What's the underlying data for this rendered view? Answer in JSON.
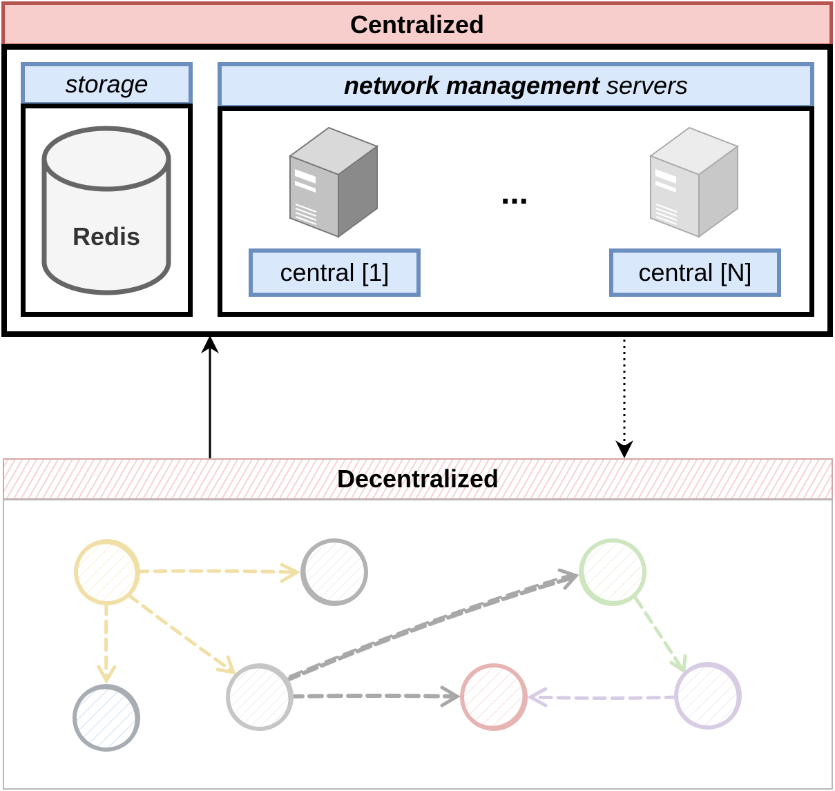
{
  "centralized": {
    "title": "Centralized",
    "storage": {
      "title": "storage",
      "db_label": "Redis"
    },
    "nms": {
      "title_bold": "network management",
      "title_rest": " servers"
    },
    "servers": [
      {
        "label": "central [1]"
      },
      {
        "label": "central [N]"
      }
    ],
    "ellipsis": "..."
  },
  "decentralized": {
    "title": "Decentralized"
  },
  "colors": {
    "centralized_fill": "#f8cecc",
    "centralized_stroke": "#b85450",
    "title_fill": "#dae8fc",
    "title_stroke": "#6c8ebf",
    "node_yellow": "#f0e0a8",
    "node_gray": "#b3b3b3",
    "node_green": "#cde6c0",
    "node_purple": "#d8cce4",
    "node_red": "#e6b4b3",
    "node_blue_gray": "#a8adb3"
  }
}
